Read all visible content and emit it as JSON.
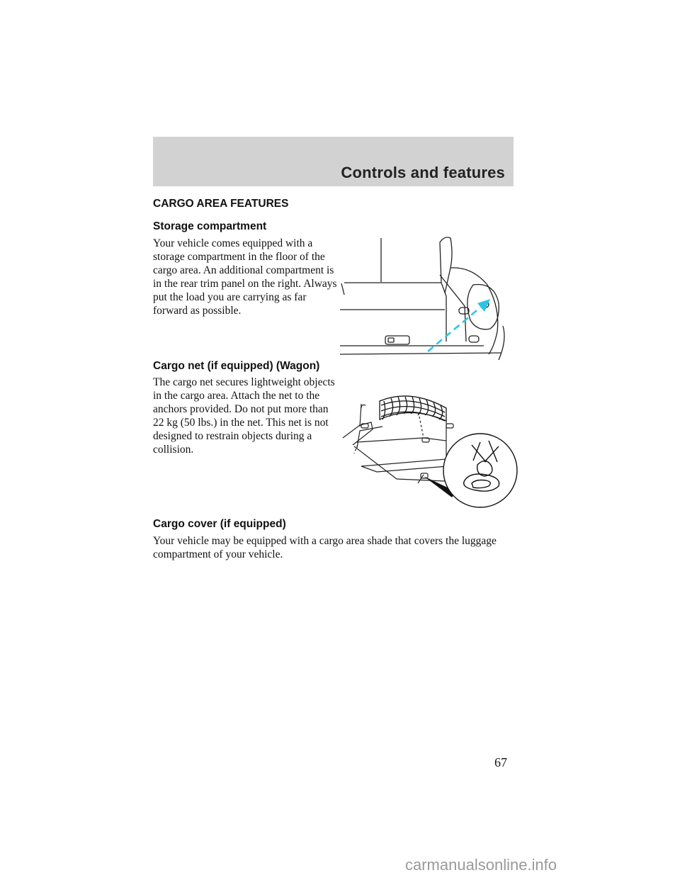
{
  "header": {
    "title": "Controls and features"
  },
  "section_title": "CARGO AREA FEATURES",
  "storage": {
    "heading": "Storage compartment",
    "body": "Your vehicle comes equipped with a storage compartment in the floor of the cargo area. An additional compartment is in the rear trim panel on the right. Always put the load you are carrying as far forward as possible."
  },
  "cargo_net": {
    "heading": "Cargo net (if equipped) (Wagon)",
    "body": "The cargo net secures lightweight objects in the cargo area. Attach the net to the anchors provided. Do not put more than 22 kg (50 lbs.) in the net. This net is not designed to restrain objects during a collision."
  },
  "cargo_cover": {
    "heading": "Cargo cover (if equipped)",
    "body": "Your vehicle may be equipped with a cargo area shade that covers the luggage compartment of your vehicle."
  },
  "page_number": "67",
  "footer": {
    "watermark": "carmanualsonline.info"
  },
  "colors": {
    "header_band": "#d2d2d2",
    "arrow": "#29c4e6",
    "watermark": "#9a9a9a"
  }
}
